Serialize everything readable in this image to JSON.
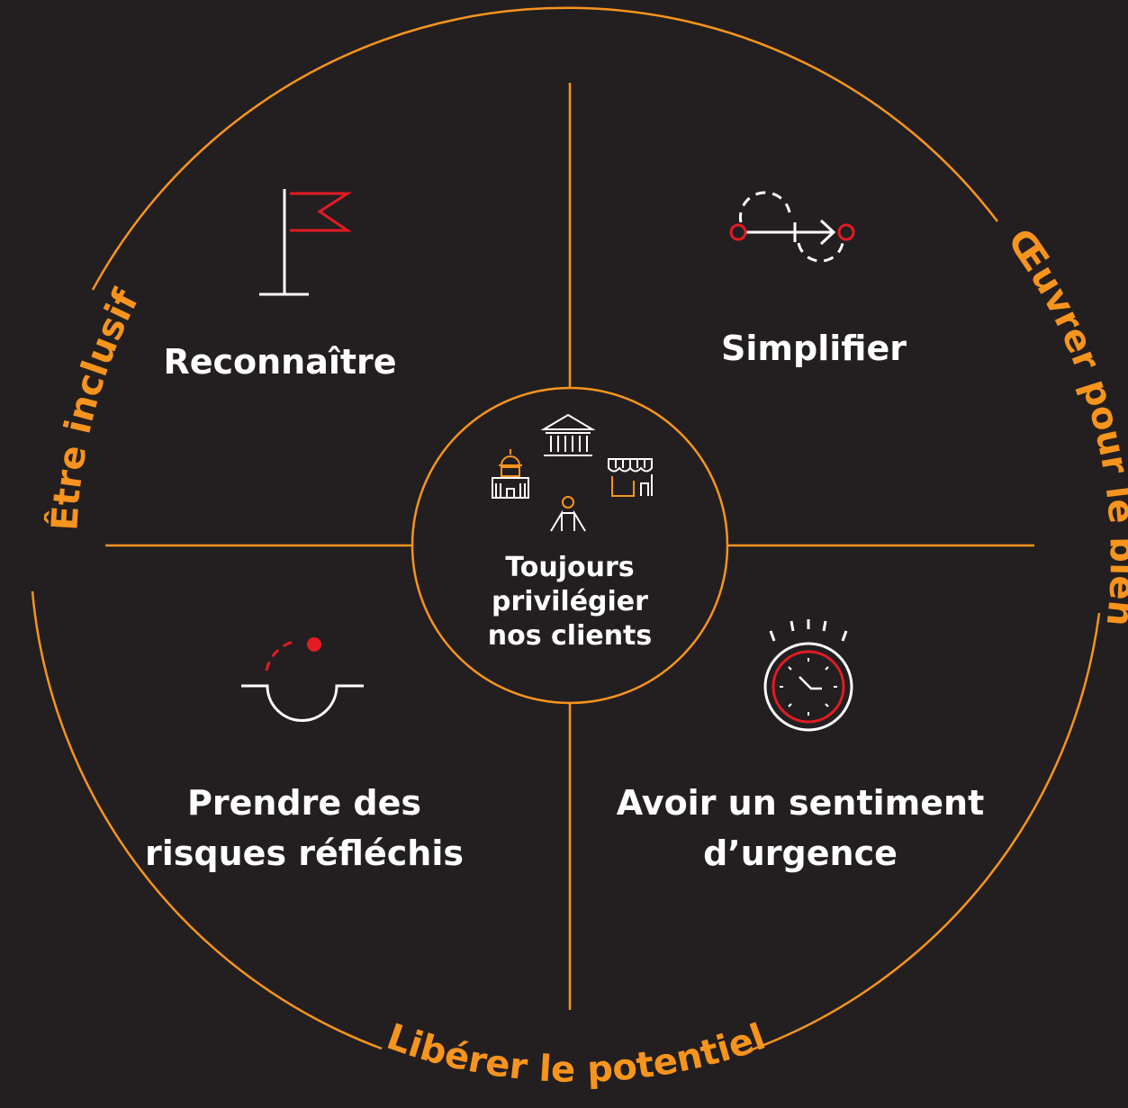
{
  "center": {
    "lines": [
      "Toujours",
      "privilégier",
      "nos clients"
    ]
  },
  "quadrants": {
    "top_left": {
      "lines": [
        "Reconnaître"
      ],
      "icon": "flag-icon"
    },
    "top_right": {
      "lines": [
        "Simplifier"
      ],
      "icon": "path-arrow-icon"
    },
    "bottom_left": {
      "lines": [
        "Prendre des",
        "risques réfléchis"
      ],
      "icon": "risk-arc-icon"
    },
    "bottom_right": {
      "lines": [
        "Avoir un sentiment",
        "d’urgence"
      ],
      "icon": "stopwatch-icon"
    }
  },
  "ring_labels": {
    "left": "Être inclusif",
    "right": "Œuvrer pour le bien",
    "bottom": "Libérer le potentiel"
  },
  "center_icons": [
    "bank-icon",
    "government-building-icon",
    "storefront-icon",
    "person-icon"
  ],
  "colors": {
    "background": "#231f20",
    "orange": "#f7941d",
    "red": "#e31b23",
    "white": "#ffffff"
  }
}
